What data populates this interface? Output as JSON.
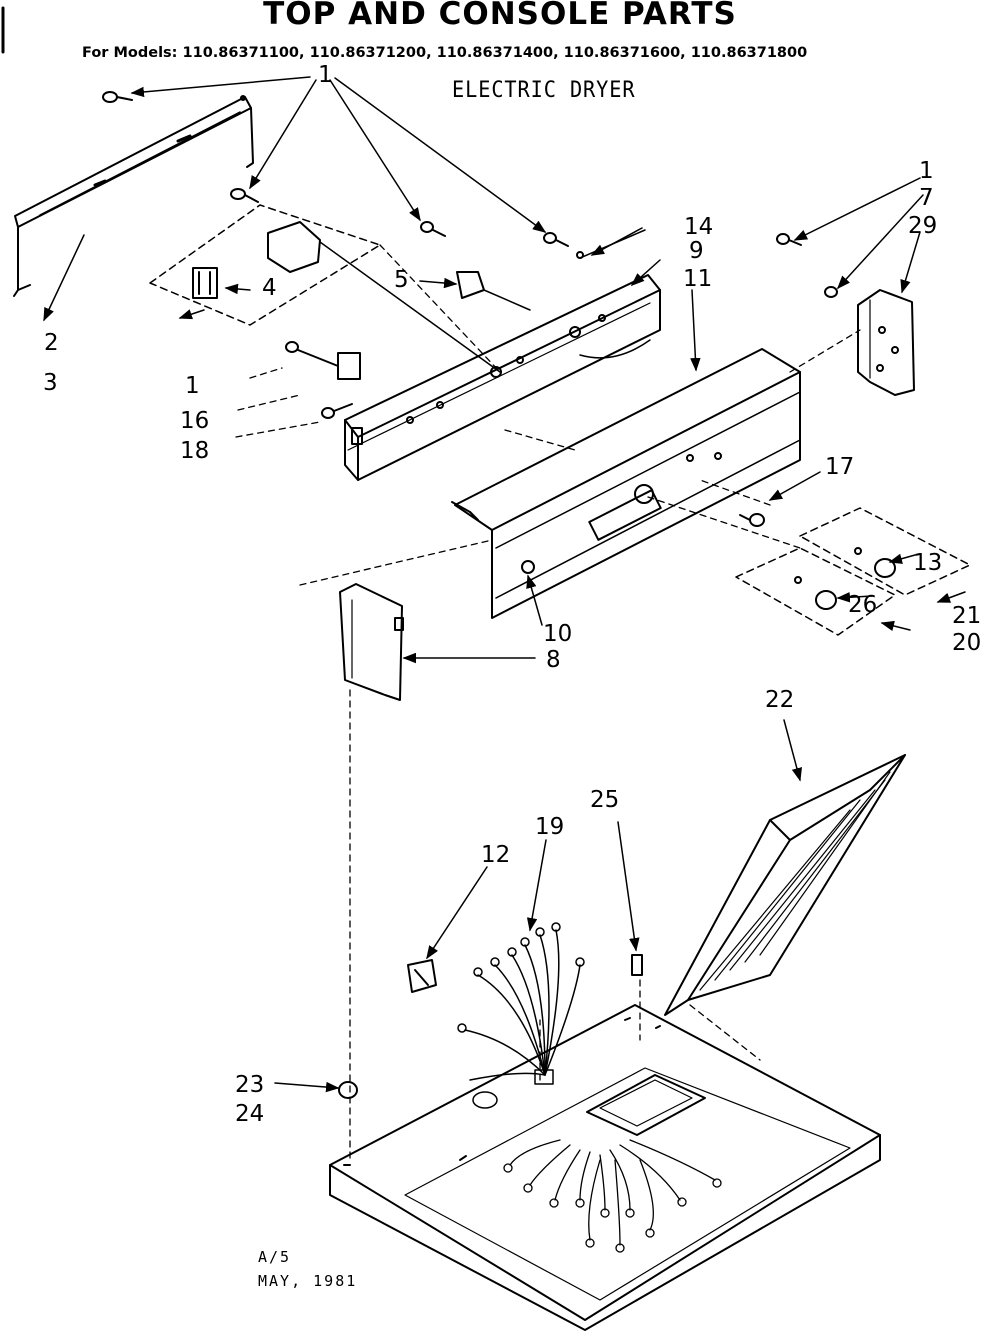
{
  "title": "TOP AND CONSOLE PARTS",
  "models_line": "For Models: 110.86371100, 110.86371200, 110.86371400, 110.86371600, 110.86371800",
  "subtitle": "ELECTRIC DRYER",
  "footer": {
    "line1": "A/5",
    "line2": "MAY, 1981"
  },
  "callouts": {
    "c1a": "1",
    "c1b": "1",
    "c1c": "1",
    "c2": "2",
    "c3": "3",
    "c4": "4",
    "c5": "5",
    "c7": "7",
    "c8": "8",
    "c9": "9",
    "c10": "10",
    "c11": "11",
    "c12": "12",
    "c13": "13",
    "c14": "14",
    "c16": "16",
    "c17": "17",
    "c18": "18",
    "c19": "19",
    "c20": "20",
    "c21": "21",
    "c22": "22",
    "c23": "23",
    "c24": "24",
    "c25": "25",
    "c26": "26",
    "c29": "29"
  }
}
